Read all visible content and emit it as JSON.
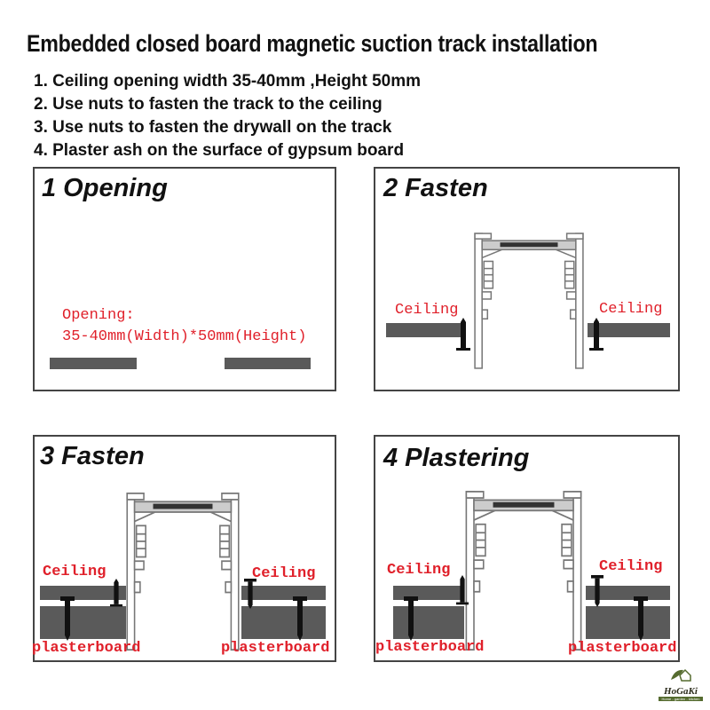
{
  "title": "Embedded closed board magnetic suction track installation",
  "steps": [
    "1. Ceiling opening width 35-40mm ,Height 50mm",
    "2. Use nuts to fasten the track to the ceiling",
    "3. Use nuts to fasten the drywall on the track",
    "4. Plaster ash on the surface of gypsum board"
  ],
  "panels": [
    {
      "heading": "1 Opening",
      "label_line1": "Opening:",
      "label_line2": "35-40mm(Width)*50mm(Height)"
    },
    {
      "heading": "2 Fasten",
      "ceiling_left": "Ceiling",
      "ceiling_right": "Ceiling"
    },
    {
      "heading": "3  Fasten",
      "ceiling_left": "Ceiling",
      "ceiling_right": "Ceiling",
      "board_left": "plasterboard",
      "board_right": "plasterboard"
    },
    {
      "heading": "4  Plastering",
      "ceiling_left": "Ceiling",
      "ceiling_right": "Ceiling",
      "board_left": "plasterboard",
      "board_right": "plasterboard"
    }
  ],
  "logo": {
    "name": "HoGaKi",
    "tagline": "Home - garden - kitchen"
  },
  "colors": {
    "label_red": "#e0202a",
    "ceiling_gray": "#5a5a5a",
    "track_stroke": "#777777"
  }
}
